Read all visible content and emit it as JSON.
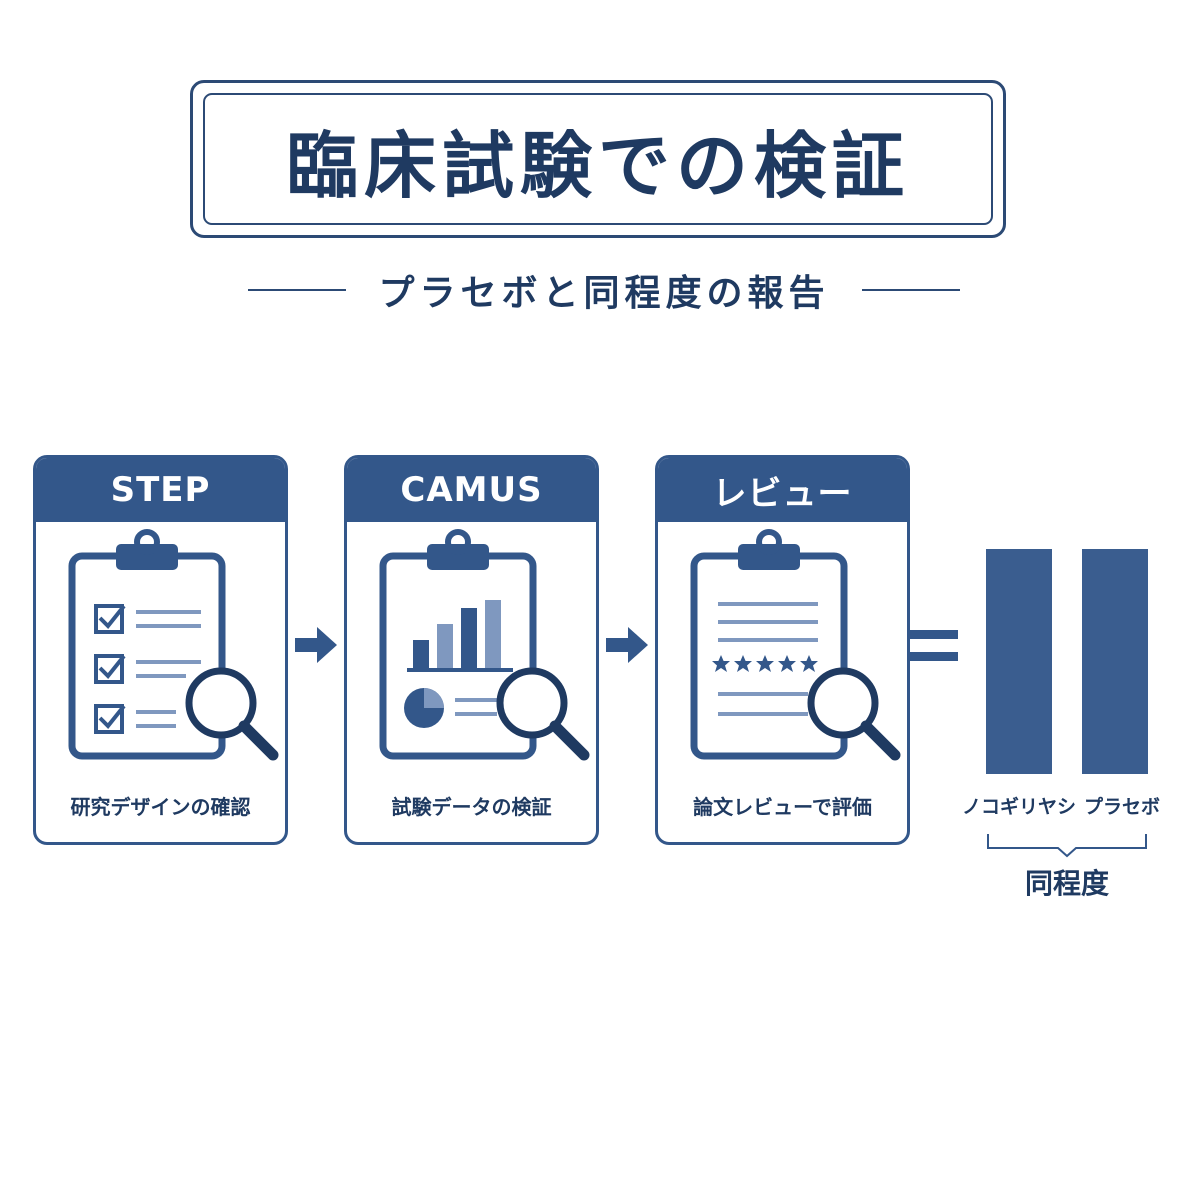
{
  "title": "臨床試験での検証",
  "subtitle": "プラセボと同程度の報告",
  "cards": [
    {
      "header": "STEP",
      "caption": "研究デザインの確認",
      "icon": "clipboard-checklist-magnifier-icon"
    },
    {
      "header": "CAMUS",
      "caption": "試験データの検証",
      "icon": "clipboard-chart-magnifier-icon"
    },
    {
      "header": "レビュー",
      "caption": "論文レビューで評価",
      "icon": "clipboard-review-stars-magnifier-icon"
    }
  ],
  "comparison": {
    "bars": [
      {
        "label": "ノコギリヤシ"
      },
      {
        "label": "プラセボ"
      }
    ],
    "result": "同程度"
  },
  "colors": {
    "primary": "#33578a",
    "dark": "#1f3a61",
    "light": "#7f98bf"
  }
}
